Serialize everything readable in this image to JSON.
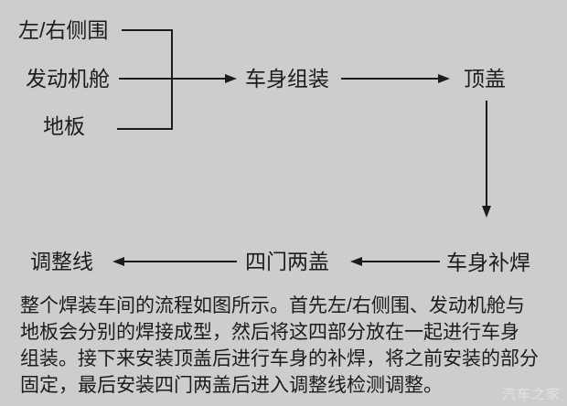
{
  "page": {
    "background_color": "#cdcdcd",
    "ink_color": "#1c1c1c",
    "watermark_color": "#e2e2e2"
  },
  "flowchart": {
    "nodes": [
      {
        "id": "side-panels",
        "label": "左/右侧围"
      },
      {
        "id": "engine-bay",
        "label": "发动机舱"
      },
      {
        "id": "floor",
        "label": "地板"
      },
      {
        "id": "body-assembly",
        "label": "车身组装"
      },
      {
        "id": "roof-cover",
        "label": "顶盖"
      },
      {
        "id": "body-repair-weld",
        "label": "车身补焊"
      },
      {
        "id": "four-doors-two-covers",
        "label": "四门两盖"
      },
      {
        "id": "adjustment-line",
        "label": "调整线"
      }
    ],
    "edges": [
      {
        "from": "左/右侧围",
        "to": "车身组装"
      },
      {
        "from": "发动机舱",
        "to": "车身组装"
      },
      {
        "from": "地板",
        "to": "车身组装"
      },
      {
        "from": "车身组装",
        "to": "顶盖"
      },
      {
        "from": "顶盖",
        "to": "车身补焊"
      },
      {
        "from": "车身补焊",
        "to": "四门两盖"
      },
      {
        "from": "四门两盖",
        "to": "调整线"
      }
    ]
  },
  "caption": {
    "lines": [
      "整个焊装车间的流程如图所示。首先左/右侧围、发动机舱与",
      "地板会分别的焊接成型，然后将这四部分放在一起进行车身",
      "组装。接下来安装顶盖后进行车身的补焊，将之前安装的部分",
      "固定，最后安装四门两盖后进入调整线检测调整。"
    ]
  },
  "watermark": {
    "text": "汽车之家"
  }
}
